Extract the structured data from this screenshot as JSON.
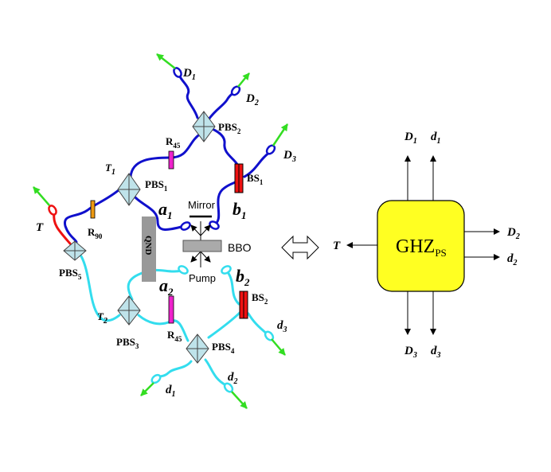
{
  "labels": {
    "D1": [
      "D",
      "1"
    ],
    "D2": [
      "D",
      "2"
    ],
    "D3": [
      "D",
      "3"
    ],
    "d1": [
      "d",
      "1"
    ],
    "d2": [
      "d",
      "2"
    ],
    "d3": [
      "d",
      "3"
    ],
    "T": "T",
    "T1": [
      "T",
      "1"
    ],
    "T2": [
      "T",
      "2"
    ],
    "PBS1": [
      "PBS",
      "1"
    ],
    "PBS2": [
      "PBS",
      "2"
    ],
    "PBS3": [
      "PBS",
      "3"
    ],
    "PBS4": [
      "PBS",
      "4"
    ],
    "PBS5": [
      "PBS",
      "5"
    ],
    "BS1": [
      "BS",
      "1"
    ],
    "BS2": [
      "BS",
      "2"
    ],
    "R45a": [
      "R",
      "45"
    ],
    "R45b": [
      "R",
      "45"
    ],
    "R90": [
      "R",
      "90"
    ],
    "QND": "QND",
    "Mirror": "Mirror",
    "BBO": "BBO",
    "Pump": "Pump",
    "a1": [
      "a",
      "1"
    ],
    "a2": [
      "a",
      "2"
    ],
    "b1": [
      "b",
      "1"
    ],
    "b2": [
      "b",
      "2"
    ]
  },
  "box": {
    "title": [
      "GHZ",
      "PS"
    ],
    "outputs": {
      "D1": [
        "D",
        "1"
      ],
      "d1": [
        "d",
        "1"
      ],
      "D2": [
        "D",
        "2"
      ],
      "d2": [
        "d",
        "2"
      ],
      "D3": [
        "D",
        "3"
      ],
      "d3": [
        "d",
        "3"
      ],
      "T": "T"
    }
  },
  "colors": {
    "blue_fiber": "#1010cc",
    "cyan_fiber": "#33ddee",
    "red_fiber": "#ee1111",
    "green_arrow": "#33dd22",
    "pbs_fill": "#bfe3ea",
    "bs_fill": "#ee1111",
    "r45_fill": "#ee22cc",
    "r90_fill": "#ee9911",
    "qnd_fill": "#999999",
    "box_fill": "#ffff22"
  }
}
